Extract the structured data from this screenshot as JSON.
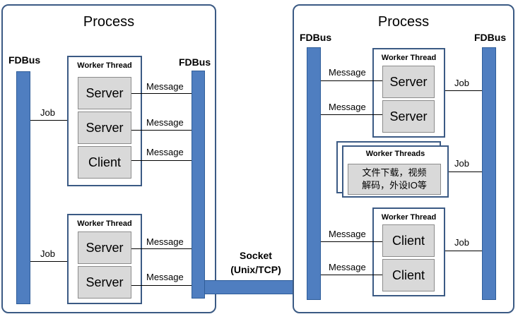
{
  "left_process": {
    "title": "Process",
    "bus_left_label": "FDBus",
    "bus_right_label": "FDBus",
    "worker1": {
      "title": "Worker Thread",
      "items": [
        "Server",
        "Server",
        "Client"
      ]
    },
    "worker2": {
      "title": "Worker Thread",
      "items": [
        "Server",
        "Server"
      ]
    },
    "job_label": "Job",
    "message_label": "Message"
  },
  "socket": {
    "line1": "Socket",
    "line2": "(Unix/TCP)"
  },
  "right_process": {
    "title": "Process",
    "bus_left_label": "FDBus",
    "bus_right_label": "FDBus",
    "worker1": {
      "title": "Worker Thread",
      "items": [
        "Server",
        "Server"
      ]
    },
    "worker_threads": {
      "title": "Worker Threads",
      "text_line1": "文件下载，视频",
      "text_line2": "解码，外设IO等"
    },
    "worker2": {
      "title": "Worker Thread",
      "items": [
        "Client",
        "Client"
      ]
    },
    "job_label": "Job",
    "message_label": "Message"
  },
  "colors": {
    "bus": "#4f7ec0",
    "border": "#3b5a84",
    "box": "#d9d9d9"
  }
}
